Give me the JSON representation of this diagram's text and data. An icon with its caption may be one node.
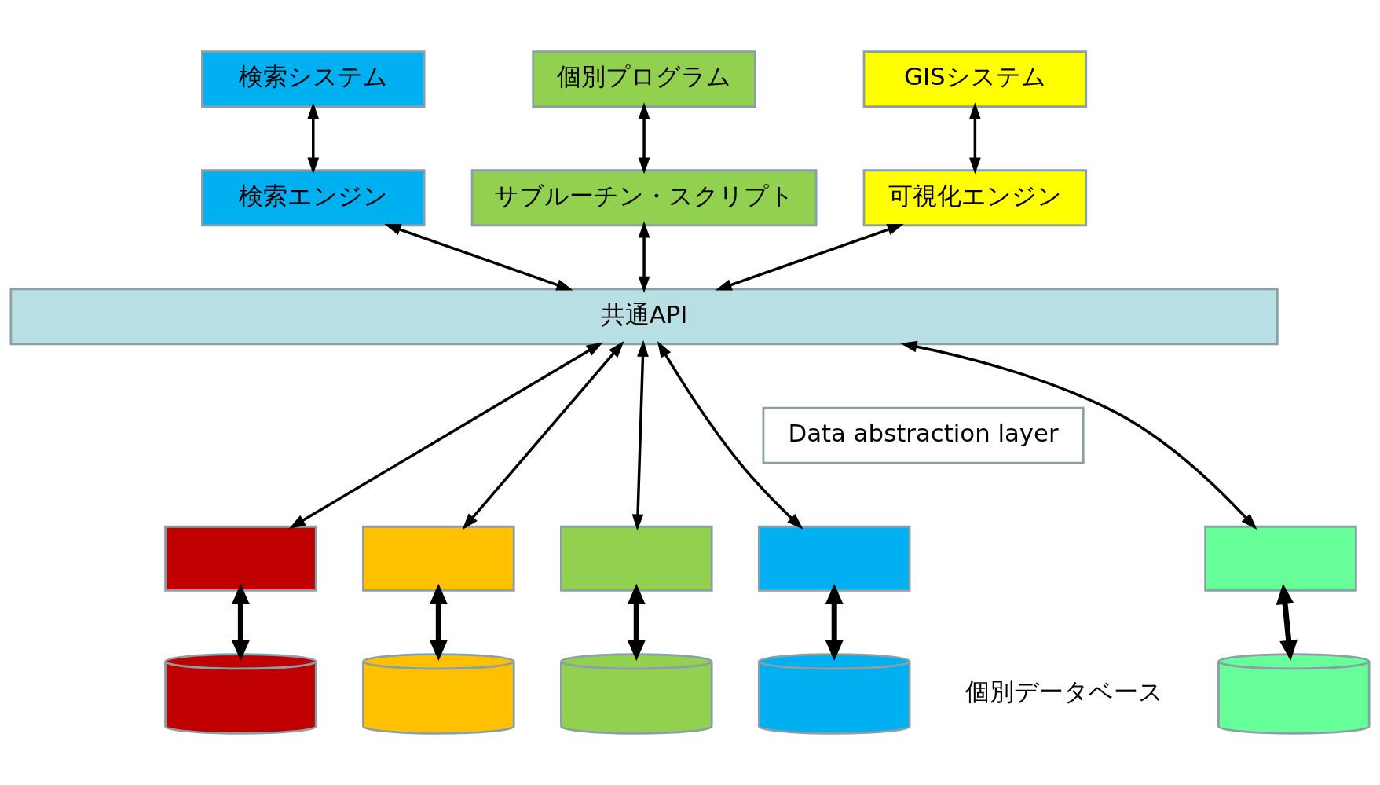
{
  "diagram": {
    "nodes": [
      {
        "text": [
          "検索システム"
        ]
      },
      {
        "text": [
          "個別プログラム"
        ]
      },
      {
        "text": [
          "GISシステム"
        ]
      },
      {
        "text": [
          "検索エンジン"
        ]
      },
      {
        "text": [
          "サブルーチン・スクリプト"
        ]
      },
      {
        "text": [
          "可視化エンジン"
        ]
      },
      {
        "text": [
          "共通API"
        ]
      },
      {
        "text": [],
        "shape": "box"
      },
      {
        "text": [],
        "shape": "box"
      },
      {
        "text": [],
        "shape": "box"
      },
      {
        "text": [],
        "shape": "box"
      },
      {
        "text": [],
        "shape": "box"
      },
      {
        "text": [],
        "shape": "cylinder"
      },
      {
        "text": [],
        "shape": "cylinder"
      },
      {
        "text": [],
        "shape": "cylinder"
      },
      {
        "text": [],
        "shape": "cylinder"
      },
      {
        "text": [],
        "shape": "cylinder"
      },
      {
        "text": [
          "Data abstraction layer"
        ]
      }
    ],
    "edges": [
      {
        "from": 0,
        "to": 3,
        "arrow": "both"
      },
      {
        "from": 1,
        "to": 4,
        "arrow": "both"
      },
      {
        "from": 2,
        "to": 5,
        "arrow": "both"
      },
      {
        "from": 3,
        "to": 6,
        "arrow": "both"
      },
      {
        "from": 4,
        "to": 6,
        "arrow": "both"
      },
      {
        "from": 5,
        "to": 6,
        "arrow": "both"
      },
      {
        "from": 6,
        "to": 7,
        "arrow": "both"
      },
      {
        "from": 6,
        "to": 8,
        "arrow": "both"
      },
      {
        "from": 6,
        "to": 9,
        "arrow": "both"
      },
      {
        "from": 6,
        "to": 10,
        "arrow": "both"
      },
      {
        "from": 6,
        "to": 11,
        "arrow": "both"
      },
      {
        "from": 7,
        "to": 12,
        "arrow": "both",
        "style": "thick"
      },
      {
        "from": 8,
        "to": 13,
        "arrow": "both",
        "style": "thick"
      },
      {
        "from": 9,
        "to": 14,
        "arrow": "both",
        "style": "thick"
      },
      {
        "from": 10,
        "to": 15,
        "arrow": "both",
        "style": "thick"
      },
      {
        "from": 11,
        "to": 16,
        "arrow": "both",
        "style": "thick"
      }
    ],
    "labels": [
      "個別データベース"
    ]
  }
}
